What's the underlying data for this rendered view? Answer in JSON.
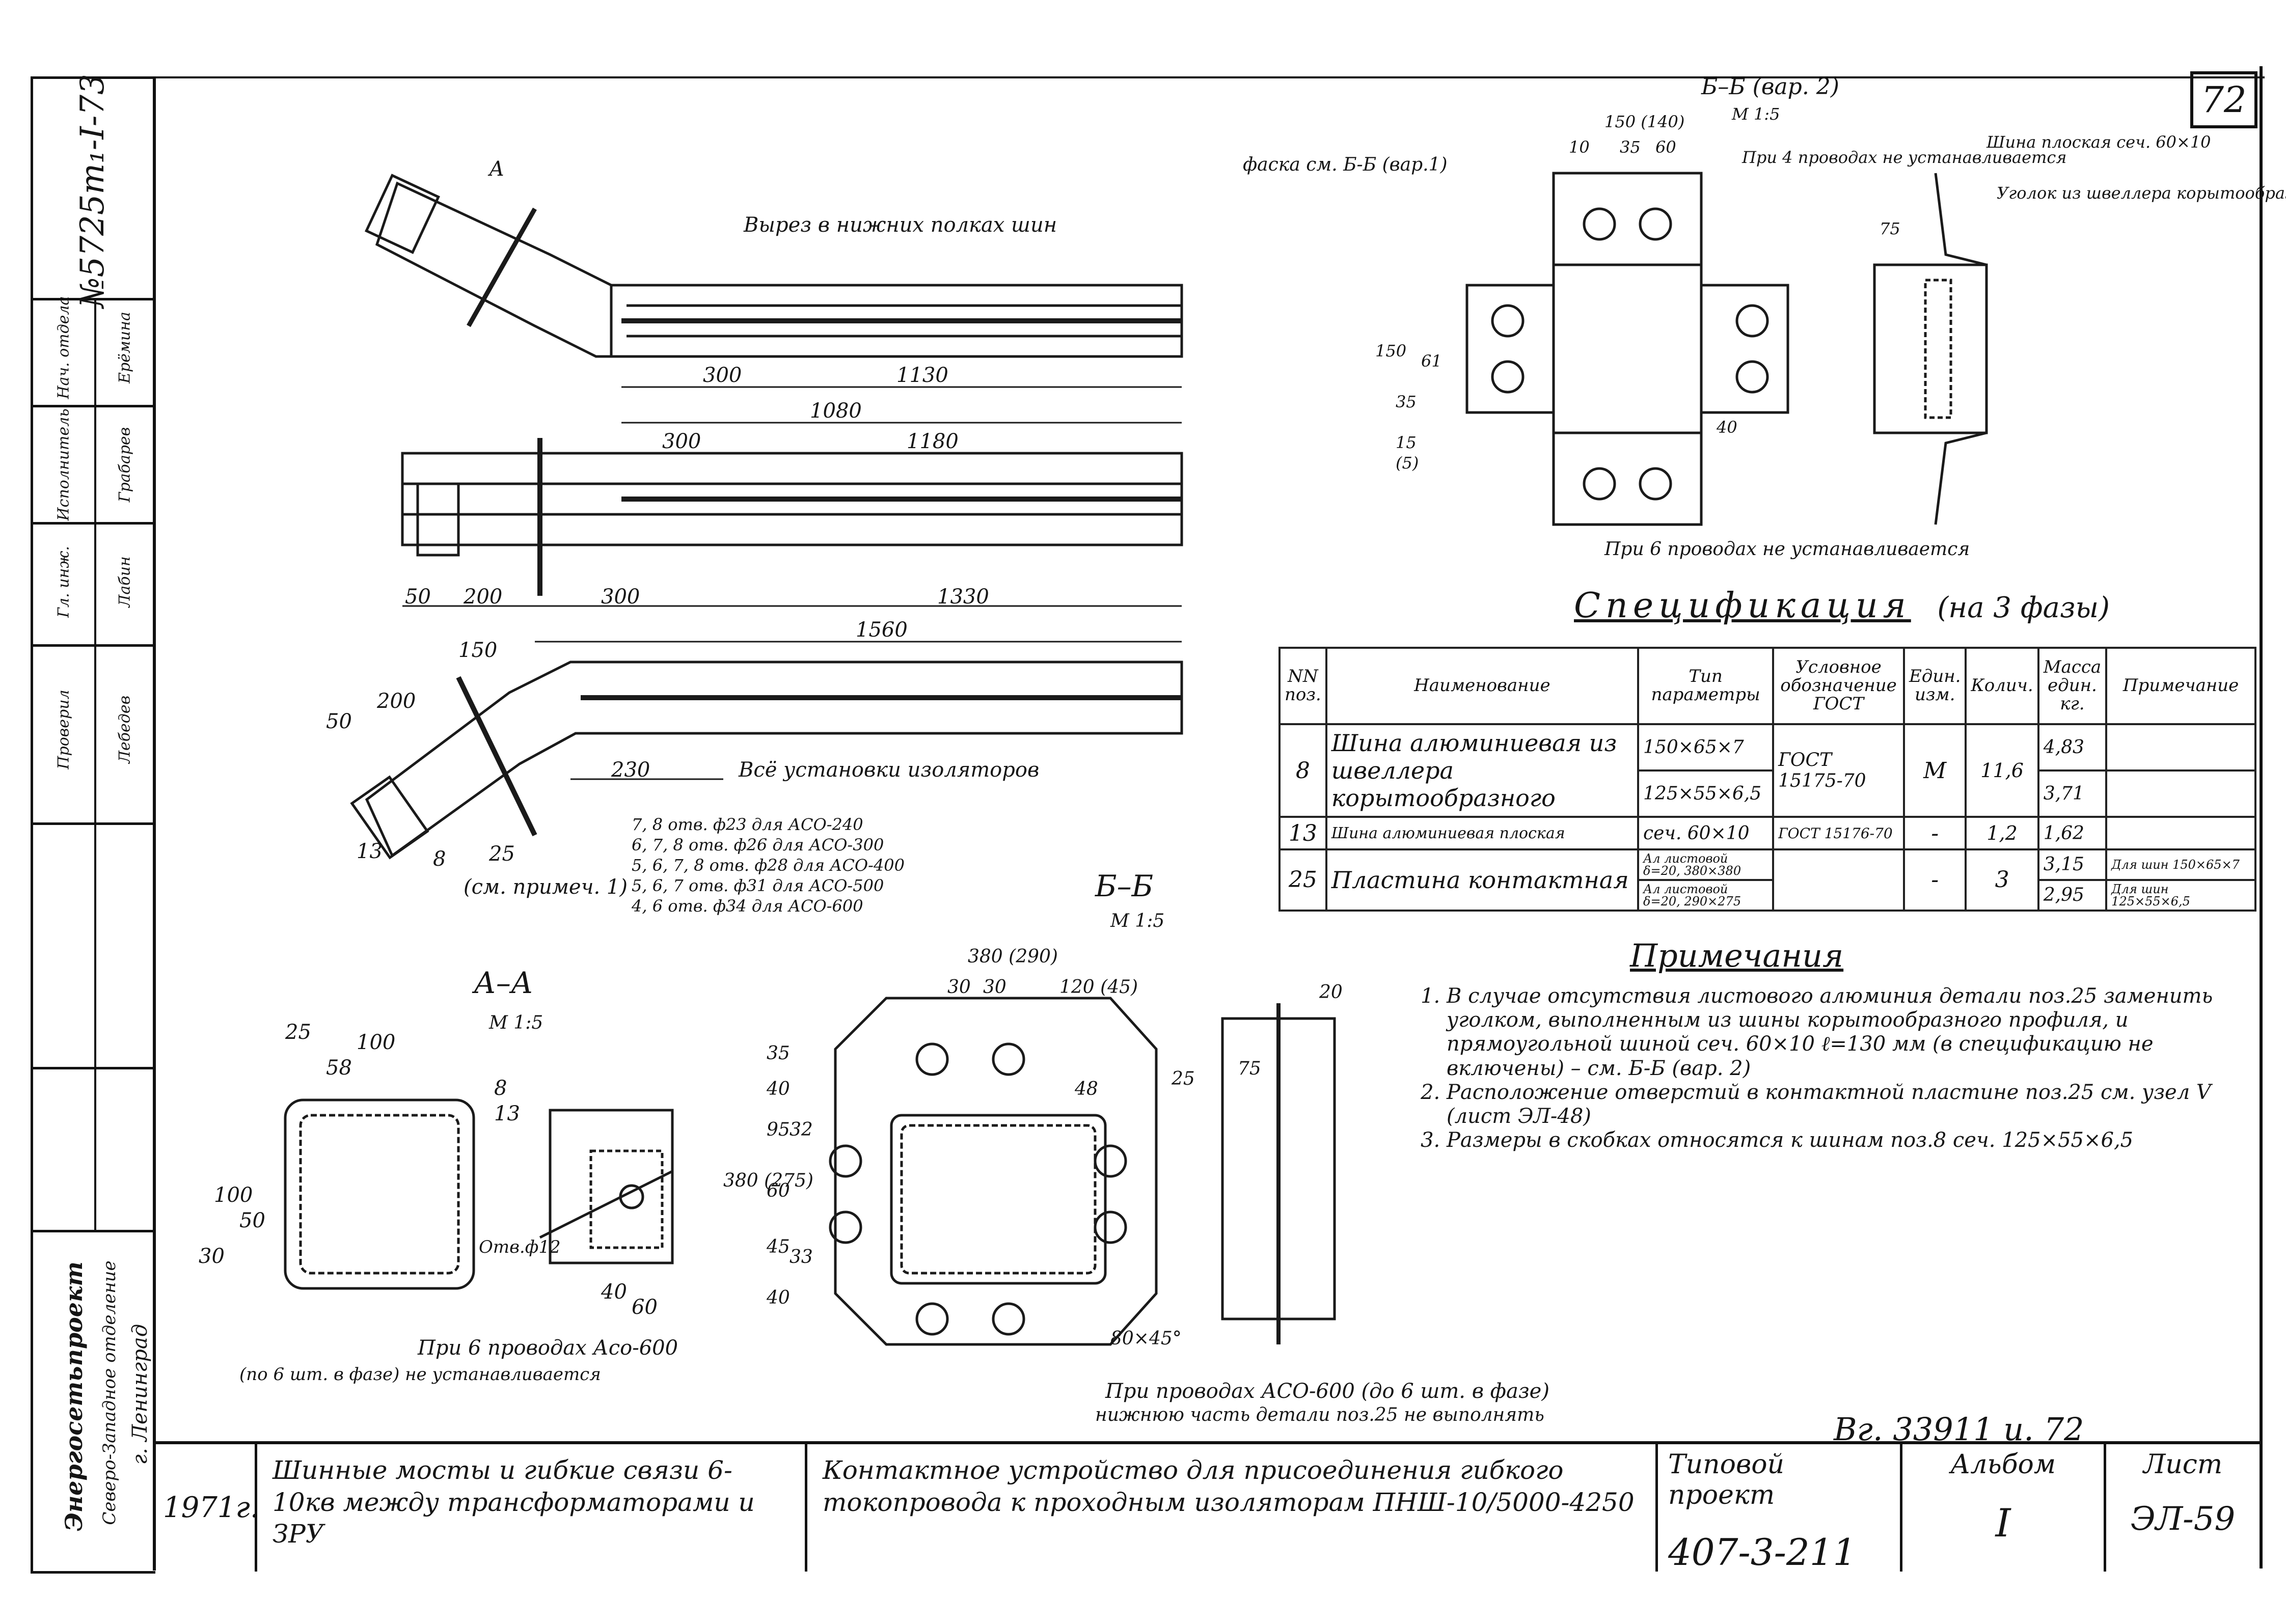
{
  "sheet_number": "72",
  "stamp_left": {
    "document_number": "№5725т₁-I-73",
    "org_name": "Энергосетьпроект",
    "org_branch": "Северо-Западное отделение",
    "org_city": "г. Ленинград",
    "roles": [
      {
        "role": "Нач. отдела",
        "name": "Ерёмина"
      },
      {
        "role": "Исполнитель",
        "name": "Грабарев"
      },
      {
        "role": "Гл. инж.",
        "name": "Лабин"
      },
      {
        "role": "Проверил",
        "name": "Лебедев"
      }
    ]
  },
  "views": {
    "top_note": "Вырез в нижних полках шин",
    "section_label_a": "А",
    "dims_top": [
      "300",
      "1130",
      "1080"
    ],
    "dims_middle": [
      "300",
      "1180",
      "50",
      "200",
      "300",
      "1330"
    ],
    "dims_bottom": [
      "1560",
      "150",
      "200",
      "50",
      "230"
    ],
    "bottom_note": "Всё установки изоляторов",
    "callouts": [
      "13",
      "8",
      "25"
    ],
    "callout_note": "(см. примеч. 1)",
    "holes_note": [
      "7, 8 отв. ф23 для АСО-240",
      "6, 7, 8 отв. ф26 для АСО-300",
      "5, 6, 7, 8 отв. ф28 для АСО-400",
      "5, 6, 7 отв. ф31 для АСО-500",
      "4, 6 отв. ф34 для АСО-600"
    ],
    "section_aa": {
      "title": "А–А",
      "scale": "М 1:5",
      "dims": [
        "25",
        "100",
        "58",
        "100",
        "50",
        "30",
        "40",
        "60"
      ],
      "callouts": [
        "8",
        "13"
      ],
      "hole": "Отв.ф12",
      "note": "При 6 проводах Асо-600",
      "note2": "(по 6 шт. в фазе) не устанавливается"
    },
    "section_bb": {
      "title": "Б–Б",
      "scale": "М 1:5",
      "dims": [
        "380 (290)",
        "30",
        "30",
        "120 (45)",
        "35",
        "40",
        "95",
        "60",
        "45",
        "40",
        "380 (275)",
        "32",
        "33",
        "48",
        "25",
        "20",
        "75",
        "80×45°"
      ],
      "note": "При проводах АСО-600 (до 6 шт. в фазе)",
      "note2": "нижнюю часть детали поз.25 не выполнять"
    },
    "section_bb2": {
      "title": "Б–Б (вар. 2)",
      "scale": "М 1:5",
      "dims": [
        "150 (140)",
        "10",
        "35",
        "60",
        "150",
        "61",
        "35",
        "15",
        "(5)",
        "40",
        "75"
      ],
      "note_top": "фаска см. Б-Б (вар.1)",
      "note_right": "При 4 проводах не устанавливается",
      "note_bottom": "При 6 проводах не устанавливается",
      "label1": "Шина плоская сеч. 60×10",
      "label2": "Уголок из швеллера корытообразного"
    }
  },
  "spec": {
    "title": "Спецификация",
    "subtitle": "(на 3 фазы)",
    "headers": [
      "NN поз.",
      "Наименование",
      "Тип параметры",
      "Условное обозначение ГОСТ",
      "Един. изм.",
      "Колич.",
      "Масса един. кг.",
      "Примечание"
    ],
    "rows": [
      {
        "pos": "8",
        "name": "Шина алюминиевая из швеллера корытообразного",
        "types": [
          "150×65×7",
          "125×55×6,5"
        ],
        "gost": "ГОСТ 15175-70",
        "unit": "М",
        "qty": "11,6",
        "mass": [
          "4,83",
          "3,71"
        ],
        "note": ""
      },
      {
        "pos": "13",
        "name": "Шина алюминиевая плоская",
        "types": [
          "сеч. 60×10"
        ],
        "gost": "ГОСТ 15176-70",
        "unit": "-",
        "qty": "1,2",
        "mass": [
          "1,62"
        ],
        "note": ""
      },
      {
        "pos": "25",
        "name": "Пластина контактная",
        "types": [
          "Ал листовой δ=20, 380×380",
          "Ал листовой δ=20, 290×275"
        ],
        "gost": "",
        "unit": "-",
        "qty": "3",
        "mass": [
          "3,15",
          "2,95"
        ],
        "note": [
          "Для шин 150×65×7",
          "Для шин 125×55×6,5"
        ]
      }
    ]
  },
  "notes": {
    "title": "Примечания",
    "items": [
      "В случае отсутствия листового алюминия детали поз.25 заменить уголком, выполненным из шины корытообразного профиля, и прямоугольной шиной сеч. 60×10 ℓ=130 мм (в спецификацию не включены) – см. Б-Б (вар. 2)",
      "Расположение отверстий в контактной пластине поз.25 см. узел V (лист ЭЛ-48)",
      "Размеры в скобках относятся к шинам поз.8 сеч. 125×55×6,5"
    ]
  },
  "inventory": "Вг. 33911 и. 72",
  "title_block": {
    "year": "1971г.",
    "project_title": "Шинные мосты и гибкие связи 6-10кв между трансформаторами и ЗРУ",
    "sheet_title": "Контактное устройство для присоединения гибкого токопровода к проходным изоляторам ПНШ-10/5000-4250",
    "typical_project_label": "Типовой проект",
    "typical_project": "407-3-211",
    "album_label": "Альбом",
    "album": "I",
    "sheet_label": "Лист",
    "sheet": "ЭЛ-59"
  }
}
